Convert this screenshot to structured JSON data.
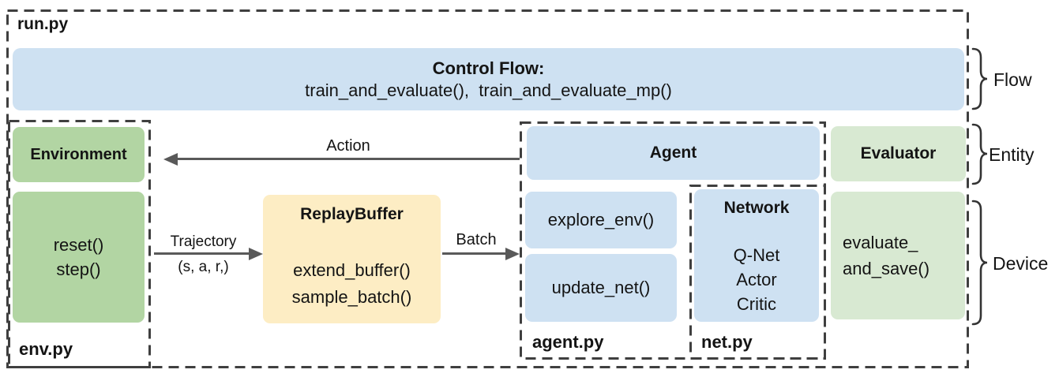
{
  "outer": {
    "label": "run.py"
  },
  "control_flow": {
    "title": "Control Flow:",
    "functions": "train_and_evaluate(),  train_and_evaluate_mp()"
  },
  "environment": {
    "title": "Environment",
    "methods": [
      "reset()",
      "step()"
    ],
    "file_label": "env.py"
  },
  "replay_buffer": {
    "title": "ReplayBuffer",
    "methods": [
      "extend_buffer()",
      "sample_batch()"
    ]
  },
  "agent": {
    "title": "Agent",
    "methods": [
      "explore_env()",
      "update_net()"
    ],
    "file_label": "agent.py"
  },
  "network": {
    "title": "Network",
    "items": [
      "Q-Net",
      "Actor",
      "Critic"
    ],
    "file_label": "net.py"
  },
  "evaluator": {
    "title": "Evaluator",
    "method_lines": [
      "evaluate_",
      "and_save()"
    ]
  },
  "arrows": {
    "action": "Action",
    "trajectory": "Trajectory",
    "trajectory_sub": "(s, a, r,)",
    "batch": "Batch"
  },
  "braces": [
    {
      "label": "Flow"
    },
    {
      "label": "Entity"
    },
    {
      "label": "Device"
    }
  ],
  "colors": {
    "blue": "#cee1f2",
    "green_dark": "#b2d5a3",
    "green_light": "#d8e9d2",
    "yellow": "#fdedc4",
    "dash": "#3f3f3f",
    "arrow": "#595959",
    "text": "#141414"
  }
}
